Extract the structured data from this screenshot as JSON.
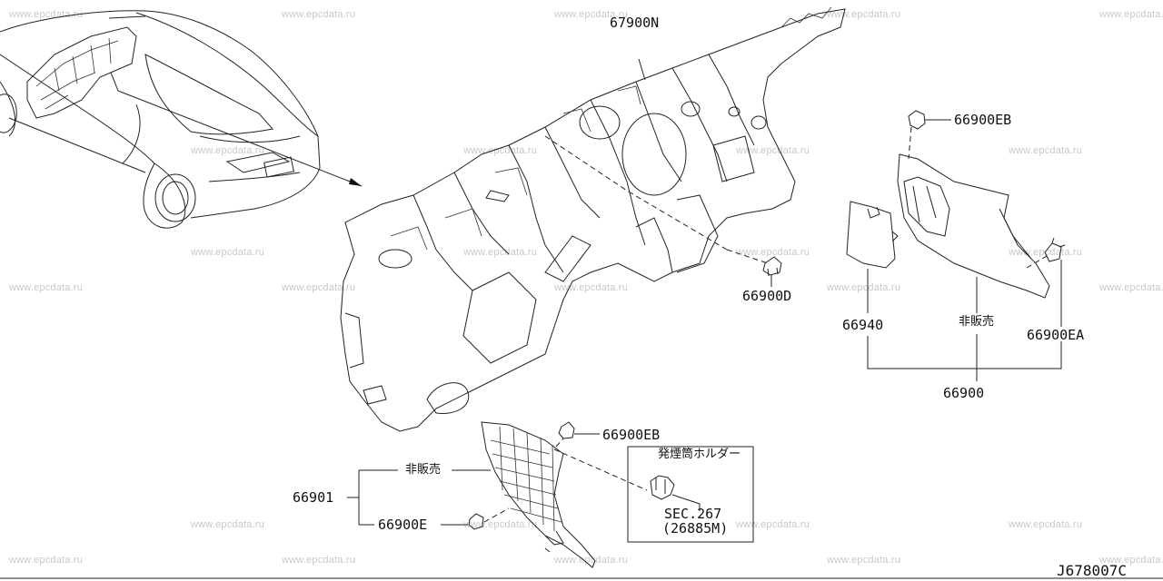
{
  "watermark": "www.epcdata.ru",
  "parts": {
    "p67900N": "67900N",
    "p66900EB_top": "66900EB",
    "p66900D": "66900D",
    "p66940": "66940",
    "not_for_sale_right": "非販売",
    "p66900EA": "66900EA",
    "p66900": "66900",
    "p66900EB_bottom": "66900EB",
    "not_for_sale_left": "非販売",
    "p66901": "66901",
    "p66900E": "66900E"
  },
  "inset_box": {
    "title": "発煙筒ホルダー",
    "ref_line1": "SEC.267",
    "ref_line2": "(26885M)"
  },
  "diagram_code": "J678007C"
}
